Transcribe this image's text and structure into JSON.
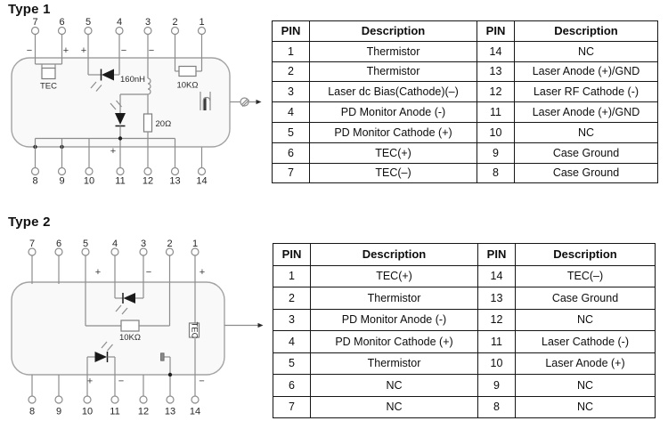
{
  "type1": {
    "title": "Type 1",
    "diagram": {
      "top_pins": [
        "7",
        "6",
        "5",
        "4",
        "3",
        "2",
        "1"
      ],
      "bottom_pins": [
        "8",
        "9",
        "10",
        "11",
        "12",
        "13",
        "14"
      ],
      "polarity_top": [
        "−",
        "+",
        "+",
        "−",
        "−"
      ],
      "polarity_bottom": "+",
      "labels": {
        "tec": "TEC",
        "inductor": "160nH",
        "rf_resistor": "20Ω",
        "thermistor": "10KΩ"
      }
    },
    "table": {
      "headers": [
        "PIN",
        "Description",
        "PIN",
        "Description"
      ],
      "rows": [
        [
          "1",
          "Thermistor",
          "14",
          "NC"
        ],
        [
          "2",
          "Thermistor",
          "13",
          "Laser Anode (+)/GND"
        ],
        [
          "3",
          "Laser dc Bias(Cathode)(–)",
          "12",
          "Laser RF Cathode (-)"
        ],
        [
          "4",
          "PD Monitor Anode (-)",
          "11",
          "Laser Anode (+)/GND"
        ],
        [
          "5",
          "PD Monitor Cathode (+)",
          "10",
          "NC"
        ],
        [
          "6",
          "TEC(+)",
          "9",
          "Case Ground"
        ],
        [
          "7",
          "TEC(–)",
          "8",
          "Case Ground"
        ]
      ]
    }
  },
  "type2": {
    "title": "Type 2",
    "diagram": {
      "top_pins": [
        "7",
        "6",
        "5",
        "4",
        "3",
        "2",
        "1"
      ],
      "bottom_pins": [
        "8",
        "9",
        "10",
        "11",
        "12",
        "13",
        "14"
      ],
      "polarity_top": [
        "+",
        "−",
        "+"
      ],
      "polarity_bottom": [
        "+",
        "−",
        "−"
      ],
      "labels": {
        "thermistor": "10KΩ",
        "tec": "TEC"
      }
    },
    "table": {
      "headers": [
        "PIN",
        "Description",
        "PIN",
        "Description"
      ],
      "rows": [
        [
          "1",
          "TEC(+)",
          "14",
          "TEC(–)"
        ],
        [
          "2",
          "Thermistor",
          "13",
          "Case Ground"
        ],
        [
          "3",
          "PD Monitor Anode (-)",
          "12",
          "NC"
        ],
        [
          "4",
          "PD Monitor Cathode (+)",
          "11",
          "Laser Cathode (-)"
        ],
        [
          "5",
          "Thermistor",
          "10",
          "Laser Anode (+)"
        ],
        [
          "6",
          "NC",
          "9",
          "NC"
        ],
        [
          "7",
          "NC",
          "8",
          "NC"
        ]
      ]
    }
  }
}
